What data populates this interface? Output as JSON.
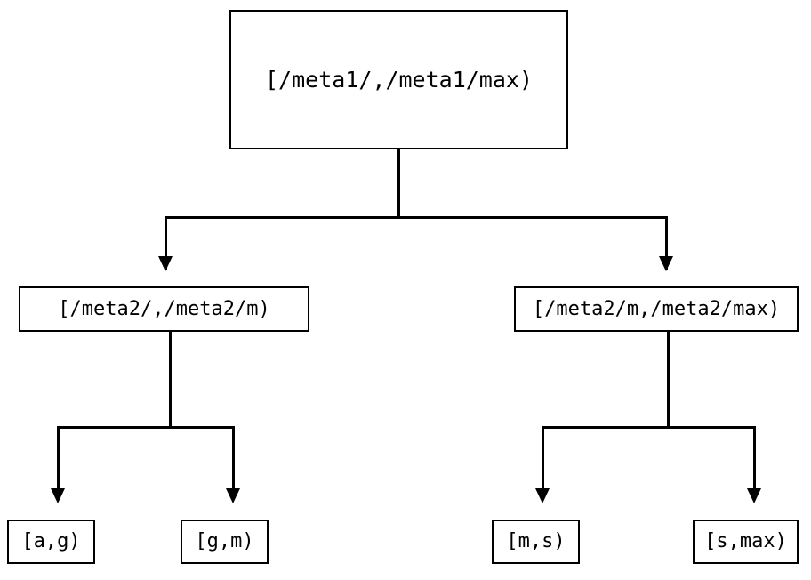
{
  "diagram": {
    "type": "tree",
    "title": "",
    "background_color": "#ffffff",
    "stroke_color": "#000000",
    "text_color": "#000000",
    "nodes": {
      "root": {
        "label": "[/meta1/,/meta1/max)",
        "level": 0
      },
      "mid_left": {
        "label": "[/meta2/,/meta2/m)",
        "level": 1
      },
      "mid_right": {
        "label": "[/meta2/m,/meta2/max)",
        "level": 1
      },
      "leaves": [
        {
          "label": "[a,g)",
          "level": 2,
          "parent": "mid_left"
        },
        {
          "label": "[g,m)",
          "level": 2,
          "parent": "mid_left"
        },
        {
          "label": "[m,s)",
          "level": 2,
          "parent": "mid_right"
        },
        {
          "label": "[s,max)",
          "level": 2,
          "parent": "mid_right"
        }
      ]
    },
    "edges": [
      {
        "from": "root",
        "to": "mid_left",
        "arrow": "down-triangle"
      },
      {
        "from": "root",
        "to": "mid_right",
        "arrow": "down-triangle"
      },
      {
        "from": "mid_left",
        "to": "[a,g)",
        "arrow": "down-triangle"
      },
      {
        "from": "mid_left",
        "to": "[g,m)",
        "arrow": "down-triangle"
      },
      {
        "from": "mid_right",
        "to": "[m,s)",
        "arrow": "down-triangle"
      },
      {
        "from": "mid_right",
        "to": "[s,max)",
        "arrow": "down-triangle"
      }
    ]
  }
}
